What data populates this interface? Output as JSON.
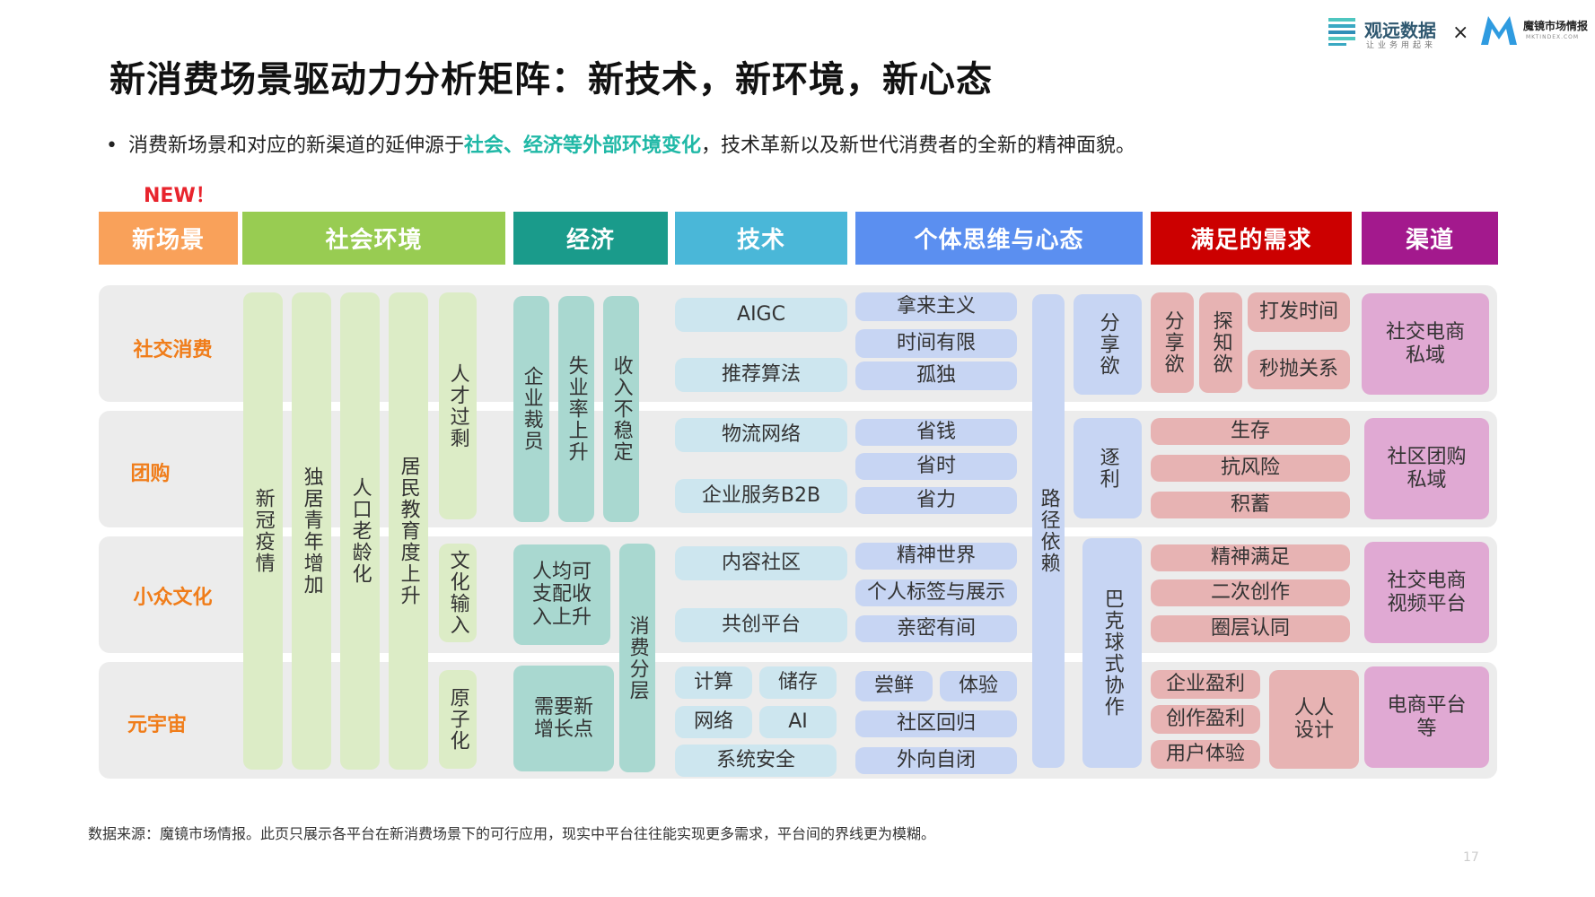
{
  "title": "新消费场景驱动力分析矩阵：新技术，新环境，新心态",
  "bullet": {
    "dot": "•",
    "pre": "消费新场景和对应的新渠道的延伸源于",
    "highlight": "社会、经济等外部环境变化",
    "post": "，技术革新以及新世代消费者的全新的精神面貌。"
  },
  "new_badge": "NEW！",
  "logos": {
    "guanyuan": "观远数据",
    "guanyuan_sub": "让业务用起来",
    "times": "×",
    "mktindex": "魔镜市场情报",
    "mktindex_sub": "MKTINDEX.COM"
  },
  "headers": {
    "scene": "新场景",
    "social_env": "社会环境",
    "economy": "经济",
    "tech": "技术",
    "mindset": "个体思维与心态",
    "needs": "满足的需求",
    "channel": "渠道"
  },
  "rows": [
    "社交消费",
    "团购",
    "小众文化",
    "元宇宙"
  ],
  "social_env": {
    "covid": "新冠疫情",
    "single_youth": "独居青年增加",
    "aging": "人口老龄化",
    "education": "居民教育度上升",
    "talent_surplus": "人才过剩",
    "culture_export": "文化输入",
    "atomization": "原子化"
  },
  "economy": {
    "layoffs": "企业裁员",
    "unemployment": "失业率上升",
    "income_instability": "收入不稳定",
    "income_rise": "人均可支配收入上升",
    "consumption_tiering": "消费分层",
    "growth_point": "需要新增长点"
  },
  "tech": {
    "aigc": "AIGC",
    "recommend": "推荐算法",
    "logistics": "物流网络",
    "b2b": "企业服务B2B",
    "content_community": "内容社区",
    "cocreation": "共创平台",
    "compute": "计算",
    "storage": "储存",
    "network": "网络",
    "ai": "AI",
    "security": "系统安全"
  },
  "mindset": {
    "grabism": "拿来主义",
    "limited_time": "时间有限",
    "loneliness": "孤独",
    "save_money": "省钱",
    "save_time": "省时",
    "save_effort": "省力",
    "spiritual": "精神世界",
    "personal_tags": "个人标签与展示",
    "intimacy": "亲密有间",
    "try_new": "尝鲜",
    "experience": "体验",
    "community_return": "社区回归",
    "outward_closed": "外向自闭",
    "path_dependence": "路径依赖",
    "desire_share": "分享欲",
    "profit_seeking": "逐利",
    "barker_collab": "巴克球式协作"
  },
  "needs": {
    "share": "分享欲",
    "curiosity": "探知欲",
    "kill_time": "打发时间",
    "instant_relation": "秒抛关系",
    "survival": "生存",
    "risk_resist": "抗风险",
    "savings": "积蓄",
    "spirit_satisfy": "精神满足",
    "secondary_creation": "二次创作",
    "circle_identity": "圈层认同",
    "enterprise_profit": "企业盈利",
    "creator_profit": "创作盈利",
    "user_experience": "用户体验",
    "everyone_design": "人人设计"
  },
  "channels": [
    "社交电商私域",
    "社区团购私域",
    "社交电商视频平台",
    "电商平台等"
  ],
  "footer": "数据来源：魔镜市场情报。此页只展示各平台在新消费场景下的可行应用，现实中平台往往能实现更多需求，平台间的界线更为模糊。",
  "page_number": "17",
  "colors": {
    "scene": "#f9a15a",
    "social_env": "#98cc52",
    "economy": "#1a9b8b",
    "tech": "#4ab7d8",
    "mindset": "#5b8ff0",
    "needs": "#cc0000",
    "channel": "#a3198d",
    "row_label": "#f07d1a",
    "highlight": "#1fb8a6",
    "new_badge": "#e8242d"
  }
}
